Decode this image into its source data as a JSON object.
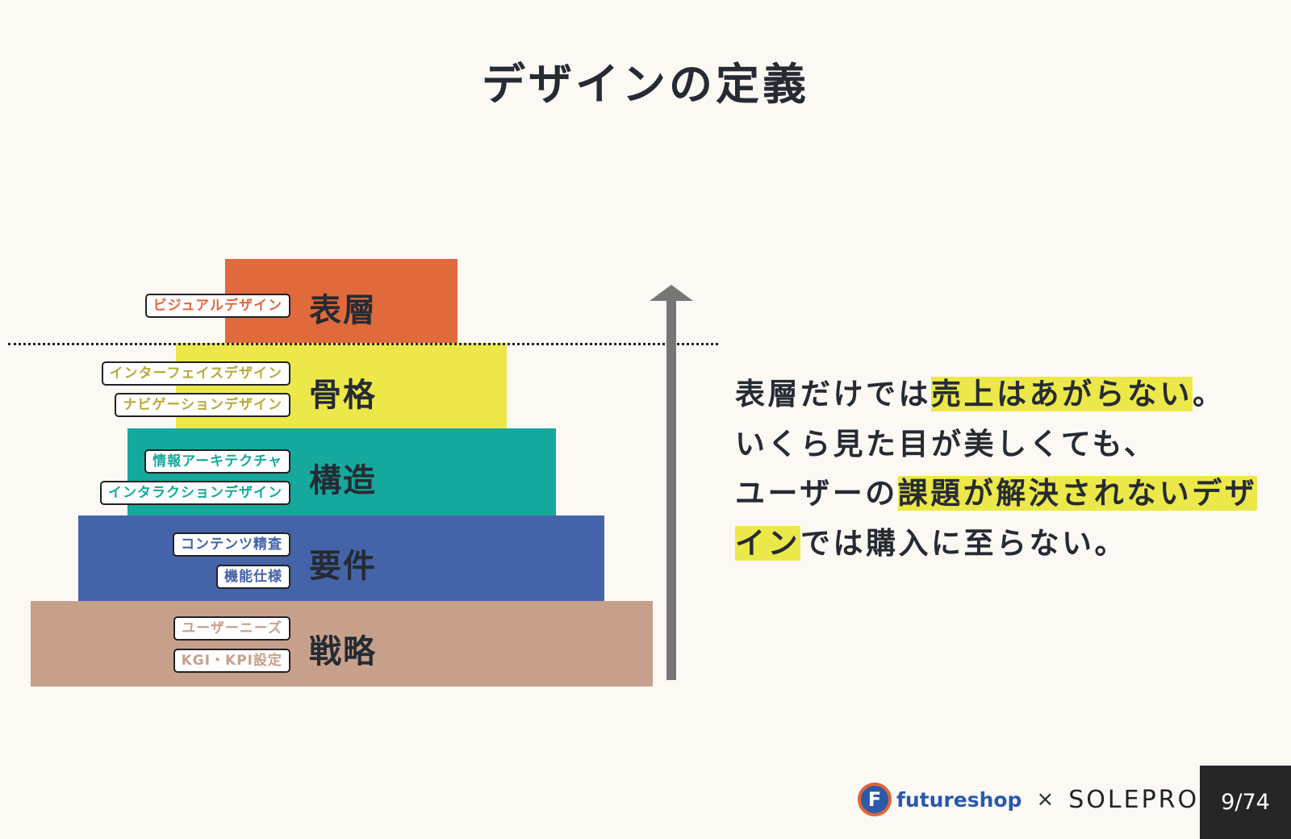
{
  "title": "デザインの定義",
  "layers": [
    {
      "name": "表層",
      "color": "#e06a3c",
      "tag_color": "#e06a3c",
      "tags": [
        "ビジュアルデザイン"
      ]
    },
    {
      "name": "骨格",
      "color": "#ece84a",
      "tag_color": "#b8a93a",
      "tags": [
        "インターフェイスデザイン",
        "ナビゲーションデザイン"
      ]
    },
    {
      "name": "構造",
      "color": "#15a89c",
      "tag_color": "#15a89c",
      "tags": [
        "情報アーキテクチャ",
        "インタラクションデザイン"
      ]
    },
    {
      "name": "要件",
      "color": "#4563a8",
      "tag_color": "#4563a8",
      "tags": [
        "コンテンツ精査",
        "機能仕様"
      ]
    },
    {
      "name": "戦略",
      "color": "#c7a08b",
      "tag_color": "#c7a08b",
      "tags": [
        "ユーザーニーズ",
        "KGI・KPI設定"
      ]
    }
  ],
  "message": {
    "l1a": "表層だけでは",
    "l1b": "売上はあがらない",
    "l1c": "。",
    "l2": "いくら見た目が美しくても、",
    "l3a": "ユーザーの",
    "l3b": "課題が解決されないデザ",
    "l4a": "イン",
    "l4b": "では購入に至らない。"
  },
  "footer": {
    "brand1": "futureshop",
    "brand1_mark": "F",
    "times": "×",
    "brand2": "SOLEPRO",
    "page": "9/74"
  }
}
